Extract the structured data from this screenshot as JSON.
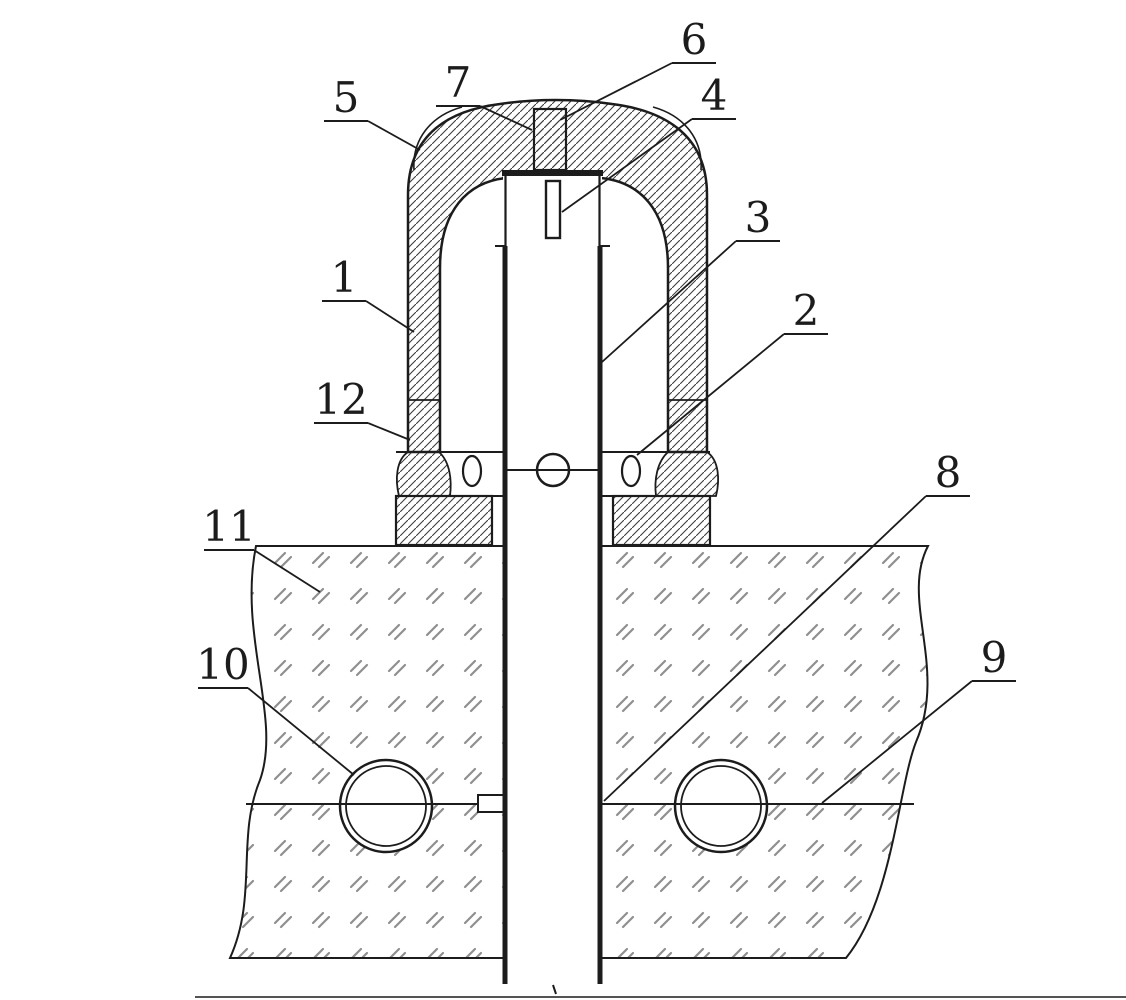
{
  "figure": {
    "type": "patent-cross-section-diagram",
    "background_color": "#ffffff",
    "line_color": "#1c1c1c",
    "hatch_color": "#3d3d3d",
    "ground_mark_color": "#8f8f8f"
  },
  "labels": [
    {
      "text": "1"
    },
    {
      "text": "2"
    },
    {
      "text": "3"
    },
    {
      "text": "4"
    },
    {
      "text": "5"
    },
    {
      "text": "6"
    },
    {
      "text": "7"
    },
    {
      "text": "8"
    },
    {
      "text": "9"
    },
    {
      "text": "10"
    },
    {
      "text": "11"
    },
    {
      "text": "12"
    }
  ]
}
